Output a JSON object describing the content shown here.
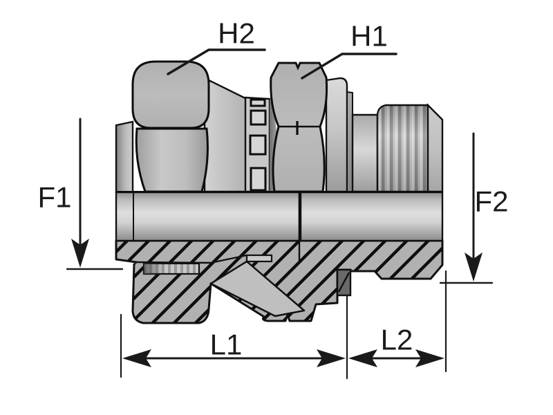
{
  "drawing": {
    "type": "technical-drawing",
    "subject": "hydraulic-adapter-fitting-half-section",
    "labels": {
      "h2": "H2",
      "h1": "H1",
      "f1": "F1",
      "f2": "F2",
      "l1": "L1",
      "l2": "L2"
    }
  },
  "colors": {
    "background": "#ffffff",
    "outline": "#111111",
    "dimension": "#1a1a1a",
    "metal_light": "#d6d6d6",
    "metal_mid": "#b3b3b3",
    "hatch_fill": "#b1b1b1",
    "seal_dark": "#6a6a6a"
  }
}
